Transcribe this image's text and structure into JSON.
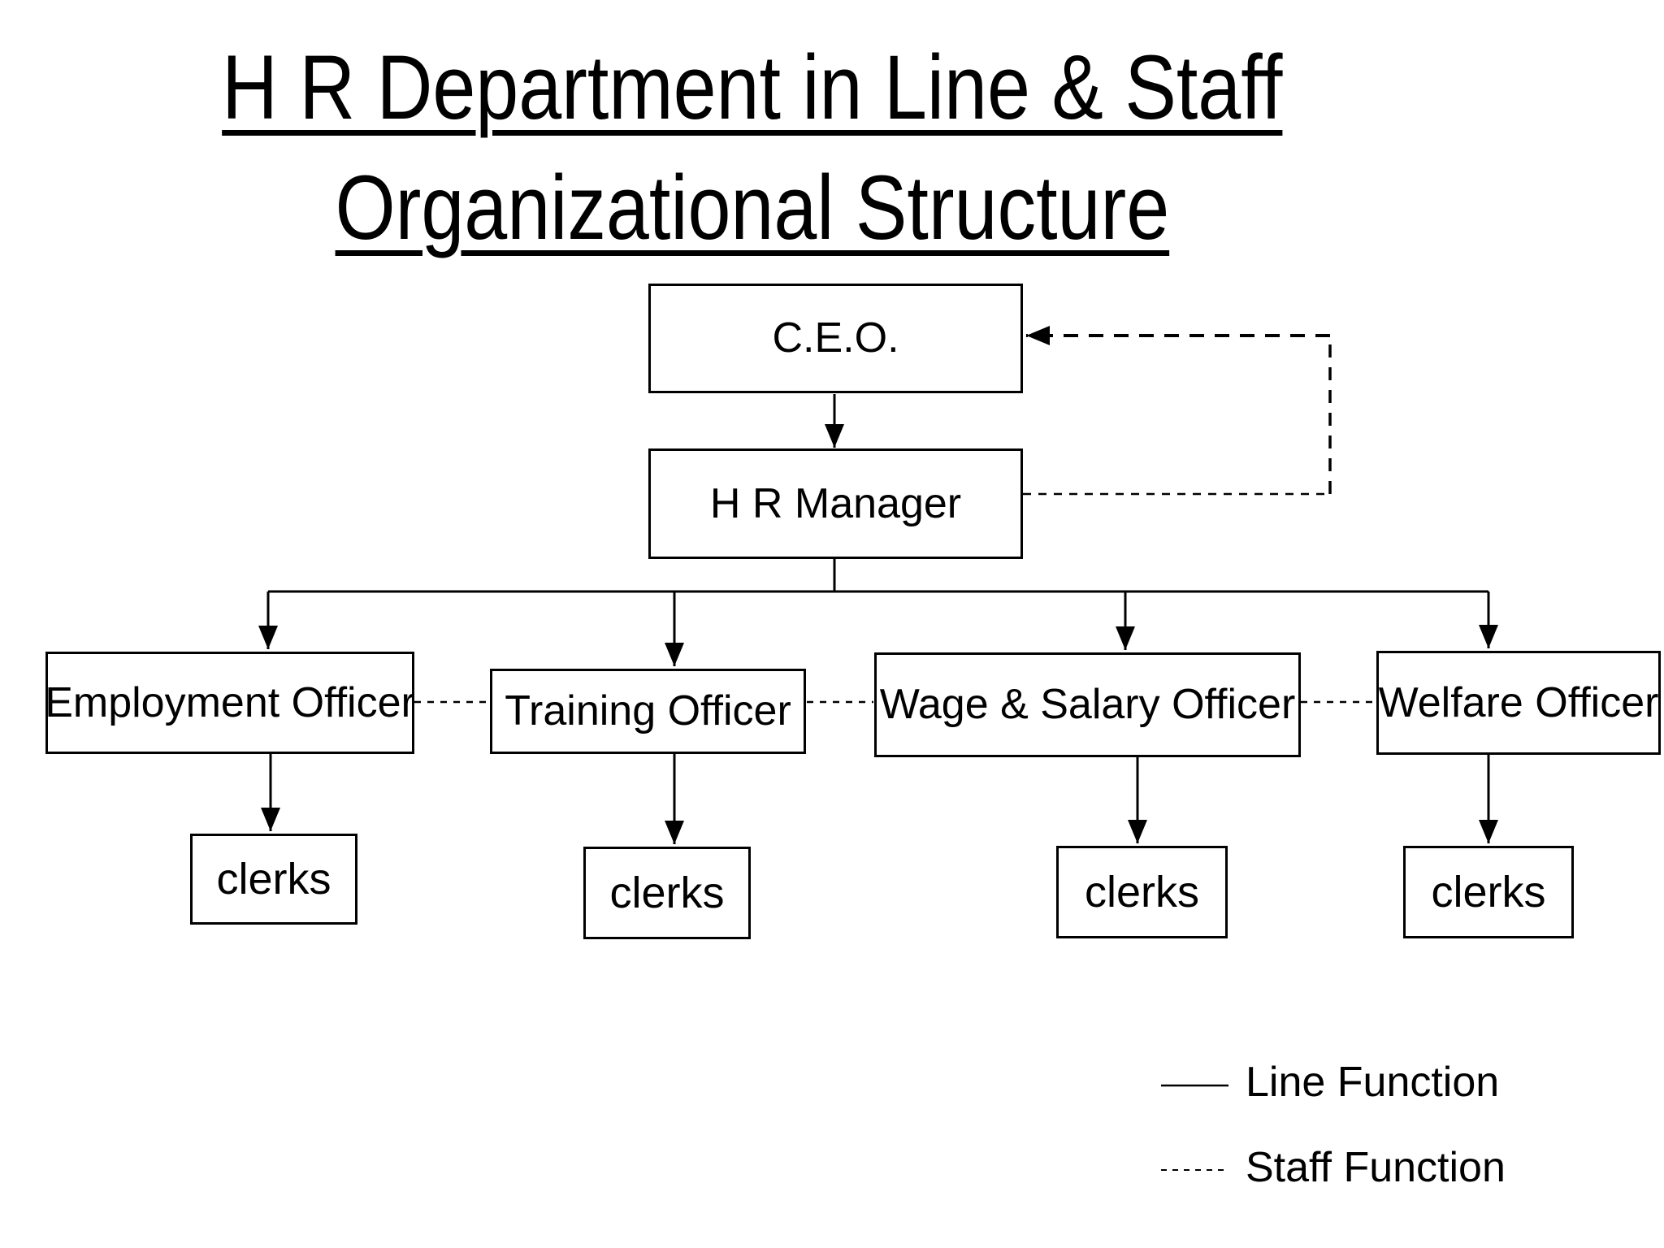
{
  "slide": {
    "title_line1": "H R Department in Line & Staff",
    "title_line2": "Organizational Structure"
  },
  "org": {
    "ceo": "C.E.O.",
    "hr_manager": "H R Manager",
    "officers": [
      {
        "label": "Employment Officer"
      },
      {
        "label": "Training Officer"
      },
      {
        "label": "Wage & Salary Officer"
      },
      {
        "label": "Welfare Officer"
      }
    ],
    "clerks": [
      "clerks",
      "clerks",
      "clerks",
      "clerks"
    ]
  },
  "legend": {
    "line_function": "Line Function",
    "staff_function": "Staff Function"
  },
  "colors": {
    "background": "#ffffff",
    "foreground": "#000000"
  }
}
